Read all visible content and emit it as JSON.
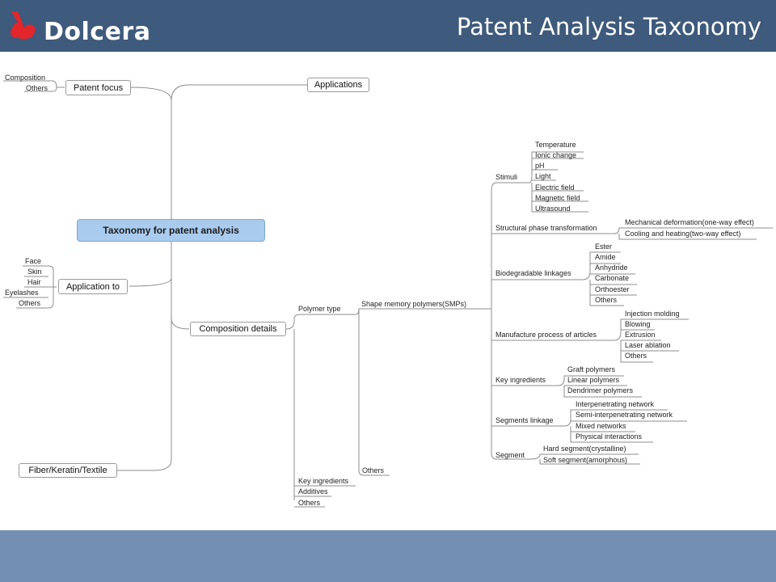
{
  "header": {
    "brand": "Dolcera",
    "title": "Patent Analysis Taxonomy"
  },
  "mindmap": {
    "root": "Taxonomy for patent analysis",
    "patent_focus": {
      "label": "Patent focus",
      "children": [
        "Composition",
        "Others"
      ]
    },
    "applications": "Applications",
    "application_to": {
      "label": "Application to",
      "children": [
        "Face",
        "Skin",
        "Hair",
        "Eyelashes",
        "Others"
      ]
    },
    "composition_details": "Composition details",
    "fiber": "Fiber/Keratin/Textile",
    "polymer_type": "Polymer type",
    "smp": "Shape memory polymers(SMPs)",
    "smp_others": "Others",
    "composition_children": [
      "Key ingredients",
      "Additives",
      "Others"
    ],
    "stimuli": {
      "label": "Stimuli",
      "children": [
        "Temperature",
        "Ionic change",
        "pH",
        "Light",
        "Electric field",
        "Magnetic field",
        "Ultrasound"
      ]
    },
    "structural": {
      "label": "Structural phase transformation",
      "children": [
        "Mechanical deformation(one-way effect)",
        "Cooling and heating(two-way effect)"
      ]
    },
    "biodegradable": {
      "label": "Biodegradable linkages",
      "children": [
        "Ester",
        "Amide",
        "Anhydride",
        "Carbonate",
        "Orthoester",
        "Others"
      ]
    },
    "manufacture": {
      "label": "Manufacture process of articles",
      "children": [
        "Injection molding",
        "Blowing",
        "Extrusion",
        "Laser ablation",
        "Others"
      ]
    },
    "key_ingredients": {
      "label": "Key ingredients",
      "children": [
        "Graft polymers",
        "Linear polymers",
        "Dendrimer polymers"
      ]
    },
    "segments_linkage": {
      "label": "Segments linkage",
      "children": [
        "Interpenetrating network",
        "Semi-interpenetrating network",
        "Mixed networks",
        "Physical interactions"
      ]
    },
    "segment": {
      "label": "Segment",
      "children": [
        "Hard segment(crystalline)",
        "Soft segment(amorphous)"
      ]
    }
  }
}
